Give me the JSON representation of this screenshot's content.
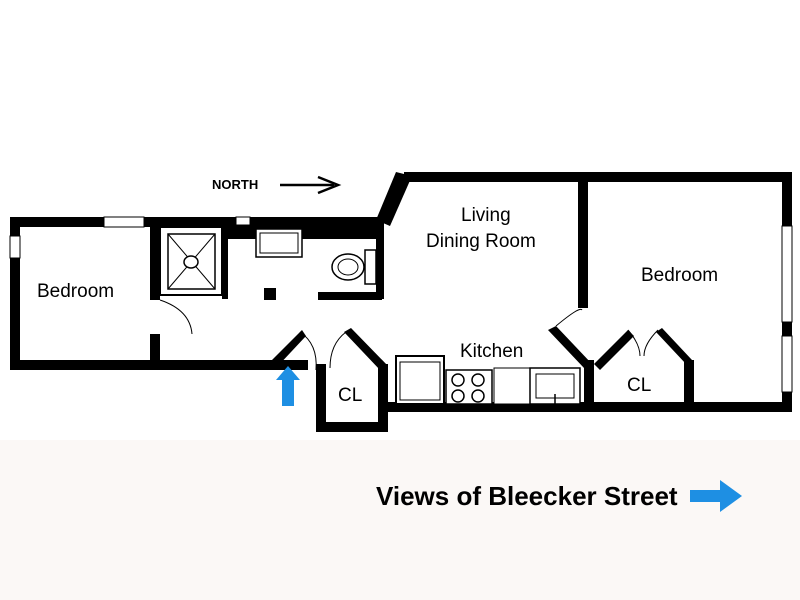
{
  "floorplan": {
    "compass": {
      "label": "NORTH",
      "icon": "arrow-right-icon"
    },
    "rooms": {
      "bedroom_west": "Bedroom",
      "living_line1": "Living",
      "living_line2": "Dining Room",
      "bedroom_east": "Bedroom",
      "kitchen": "Kitchen",
      "closet_entry": "CL",
      "closet_east": "CL"
    },
    "entrance_icon": "arrow-up-icon",
    "colors": {
      "wall": "#000000",
      "accent_arrow": "#1e8fe3"
    }
  },
  "footer": {
    "views_link": "Views of Bleecker Street",
    "views_icon": "arrow-right-icon",
    "background": "#fbf8f6"
  }
}
